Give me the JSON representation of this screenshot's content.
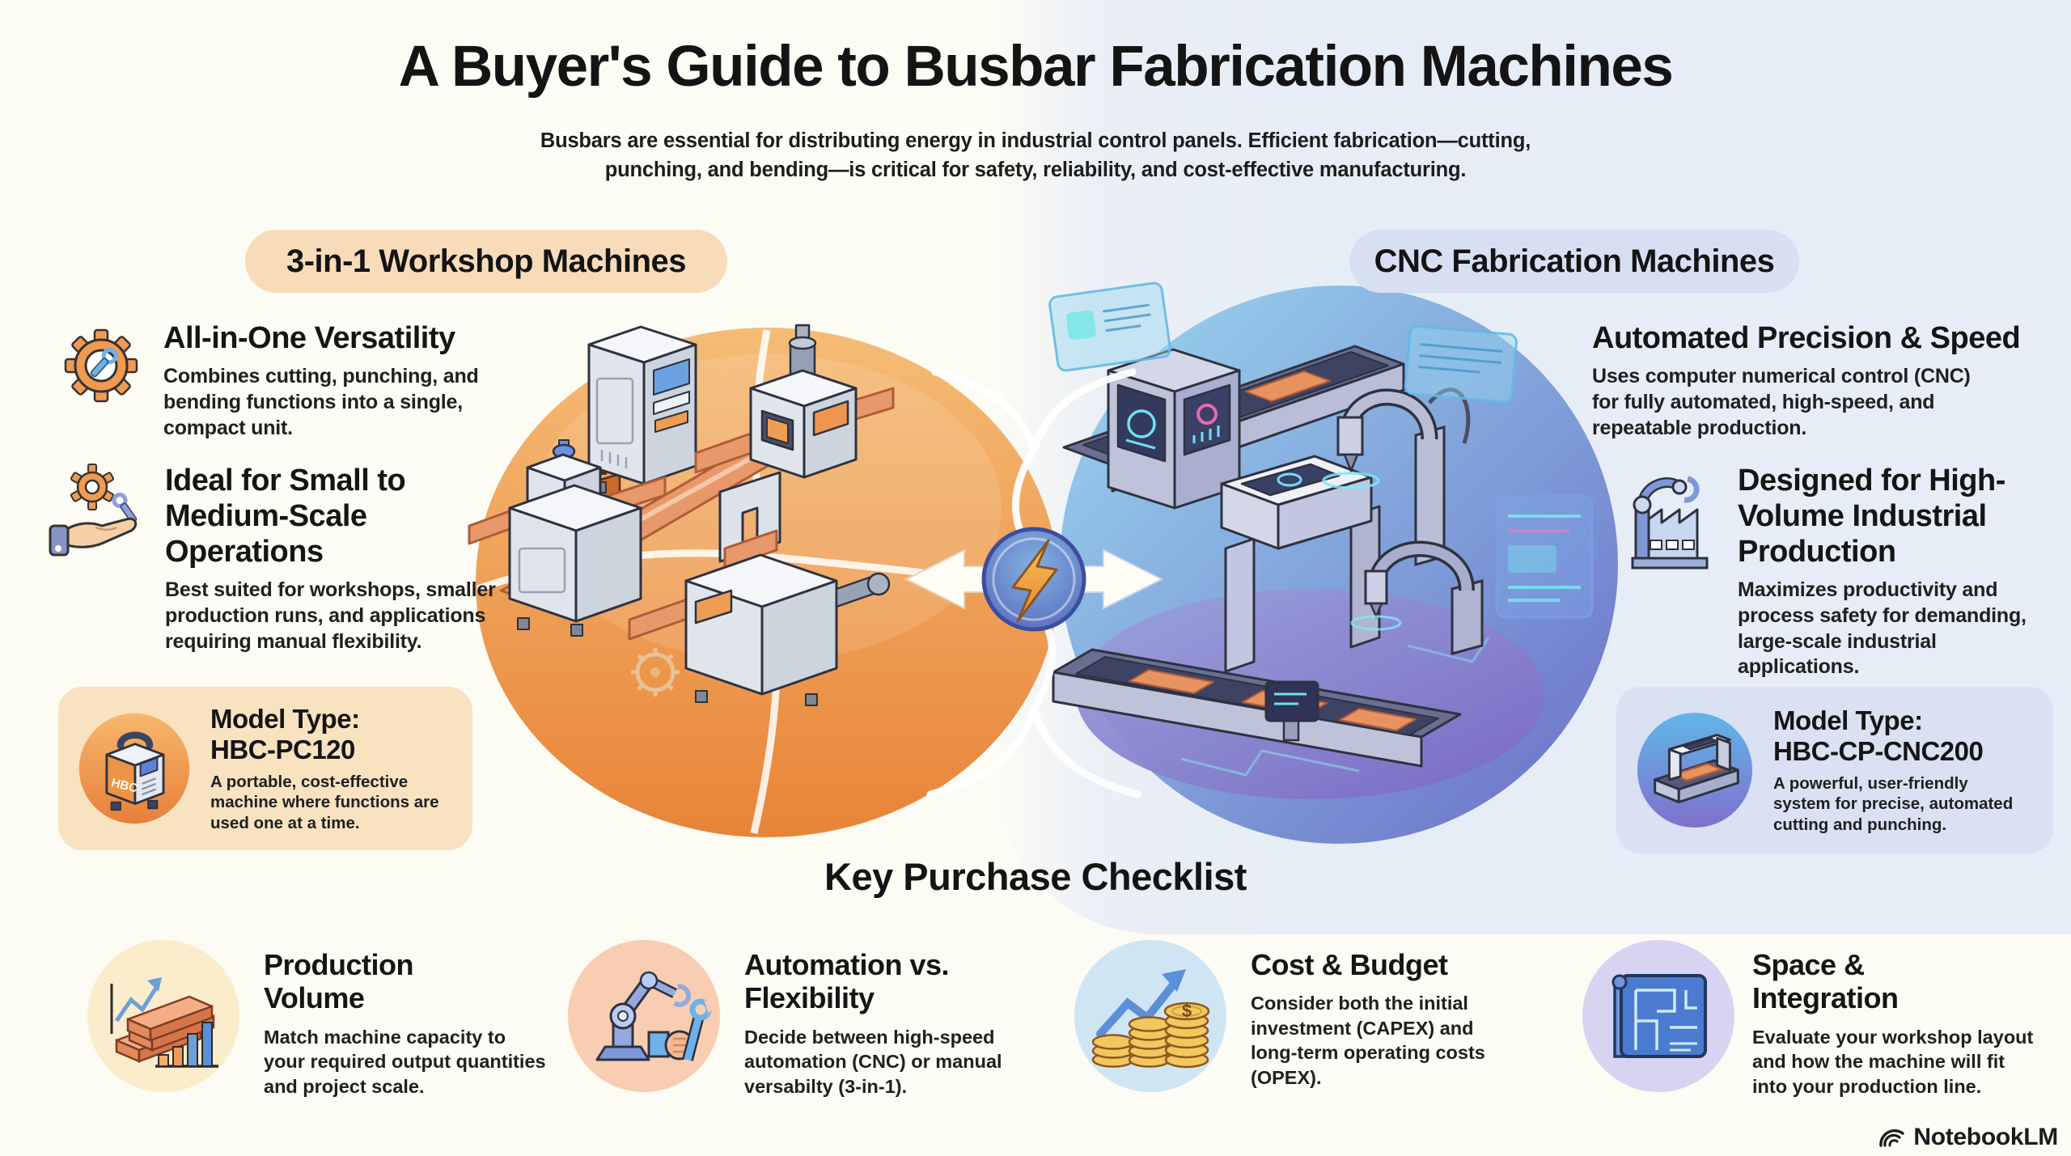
{
  "header": {
    "title": "A Buyer's Guide to Busbar Fabrication Machines",
    "subtitle": "Busbars are essential for distributing energy in industrial control panels. Efficient fabrication—cutting,\npunching, and bending—is critical for safety, reliability, and cost-effective manufacturing."
  },
  "left_section": {
    "badge": "3-in-1 Workshop Machines",
    "features": [
      {
        "icon": "gear-wrench-icon",
        "title": "All-in-One Versatility",
        "description": "Combines cutting, punching, and\nbending functions into a single,\ncompact unit."
      },
      {
        "icon": "hand-gear-wrench-icon",
        "title": "Ideal for Small to\nMedium-Scale\nOperations",
        "description": "Best suited for workshops, smaller\nproduction runs, and applications\nrequiring manual flexibility."
      }
    ],
    "model_card": {
      "icon": "portable-machine-icon",
      "machine_label": "HBC",
      "title": "Model Type:\nHBC-PC120",
      "description": "A portable, cost-effective\nmachine where functions are\nused one at a time."
    }
  },
  "right_section": {
    "badge": "CNC Fabrication Machines",
    "features": [
      {
        "icon": "",
        "title": "Automated Precision & Speed",
        "description": "Uses computer numerical control (CNC)\nfor fully automated, high-speed, and\nrepeatable production."
      },
      {
        "icon": "robot-arm-factory-icon",
        "title": "Designed for High-\nVolume Industrial\nProduction",
        "description": "Maximizes productivity and\nprocess safety for demanding,\nlarge-scale industrial\napplications."
      }
    ],
    "model_card": {
      "icon": "cnc-machine-icon",
      "title": "Model Type:\nHBC-CP-CNC200",
      "description": "A powerful, user-friendly\nsystem for precise, automated\ncutting and punching."
    }
  },
  "checklist": {
    "title": "Key Purchase Checklist",
    "items": [
      {
        "icon": "busbar-stack-growth-icon",
        "title": "Production\nVolume",
        "description": "Match machine capacity to\nyour required output quantities\nand project scale."
      },
      {
        "icon": "robot-arm-wrench-icon",
        "title": "Automation vs.\nFlexibility",
        "description": "Decide between high-speed\nautomation (CNC) or manual\nversabilty (3-in-1)."
      },
      {
        "icon": "coins-growth-icon",
        "coin_symbol": "$",
        "title": "Cost & Budget",
        "description": "Consider both the initial\ninvestment (CAPEX) and\nlong-term operating costs\n(OPEX)."
      },
      {
        "icon": "blueprint-icon",
        "title": "Space &\nIntegration",
        "description": "Evaluate your workshop layout\nand how the machine will fit\ninto your production line."
      }
    ]
  },
  "watermark": {
    "logo": "notebooklm-logo",
    "label": "NotebookLM"
  },
  "colors": {
    "left_accent": "#f09a52",
    "left_badge_bg": "#f8dcba",
    "left_card_bg": "#f8e2c0",
    "right_accent": "#7b86cc",
    "right_badge_bg": "#d7dff3",
    "right_card_bg": "#d9e1f3",
    "right_panel_bg": "#e7edf6",
    "copper": "#e8996b",
    "lightning": "#f2a93b",
    "text": "#1b1b1b"
  }
}
